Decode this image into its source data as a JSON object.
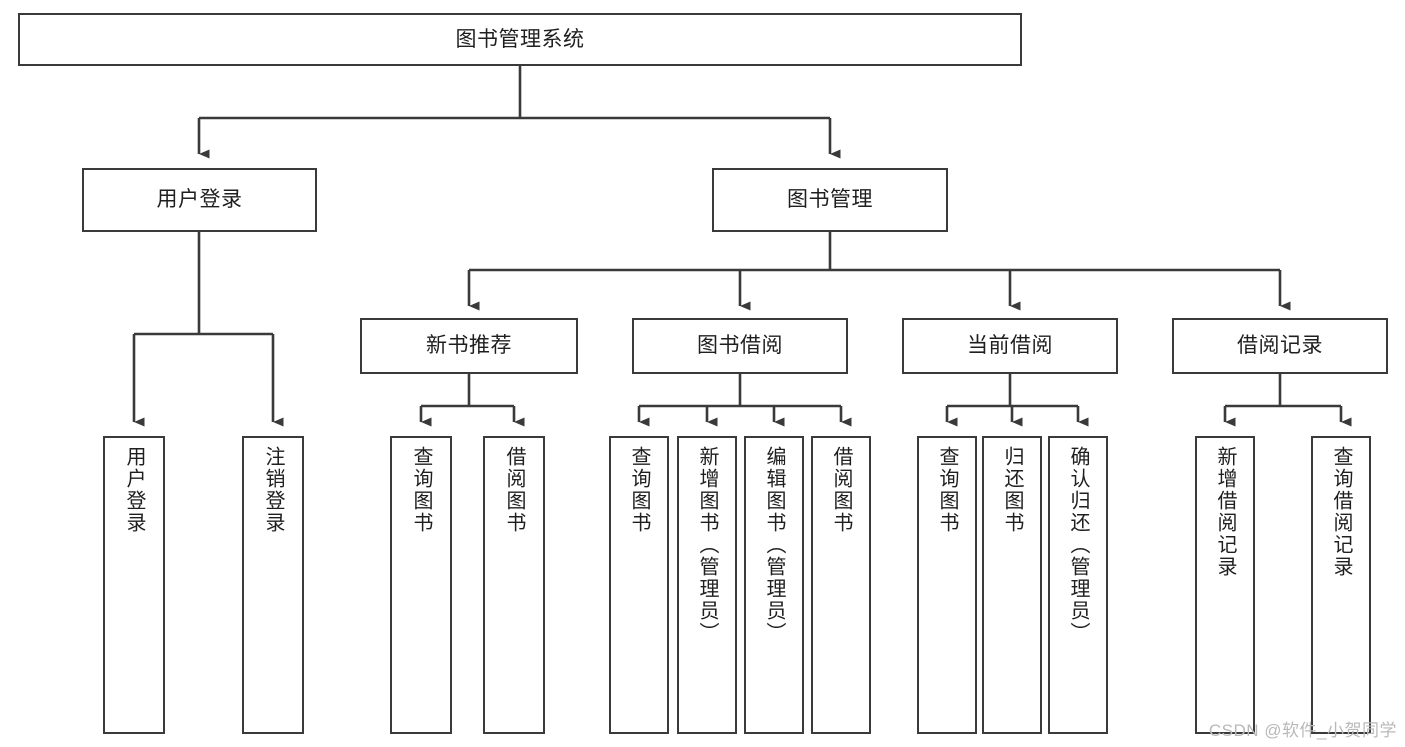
{
  "diagram": {
    "title": "图书管理系统",
    "type": "hierarchy-tree",
    "watermark": "CSDN @软件_小贺同学",
    "colors": {
      "box_border": "#3a3a3a",
      "box_fill": "#ffffff",
      "connector": "#3a3a3a",
      "text": "#1f1f1f",
      "watermark": "#b9b9b9",
      "background": "#ffffff"
    },
    "root": {
      "label": "图书管理系统"
    },
    "level1": [
      {
        "label": "用户登录"
      },
      {
        "label": "图书管理"
      }
    ],
    "level2": [
      {
        "label": "新书推荐"
      },
      {
        "label": "图书借阅"
      },
      {
        "label": "当前借阅"
      },
      {
        "label": "借阅记录"
      }
    ],
    "leaves": {
      "user_login": [
        {
          "label": "用户登录"
        },
        {
          "label": "注销登录"
        }
      ],
      "new_book_recommend": [
        {
          "label": "查询图书"
        },
        {
          "label": "借阅图书"
        }
      ],
      "book_borrow": [
        {
          "label": "查询图书"
        },
        {
          "label": "新增图书（管理员）"
        },
        {
          "label": "编辑图书（管理员）"
        },
        {
          "label": "借阅图书"
        }
      ],
      "current_borrow": [
        {
          "label": "查询图书"
        },
        {
          "label": "归还图书"
        },
        {
          "label": "确认归还（管理员）"
        }
      ],
      "borrow_record": [
        {
          "label": "新增借阅记录"
        },
        {
          "label": "查询借阅记录"
        }
      ]
    }
  }
}
